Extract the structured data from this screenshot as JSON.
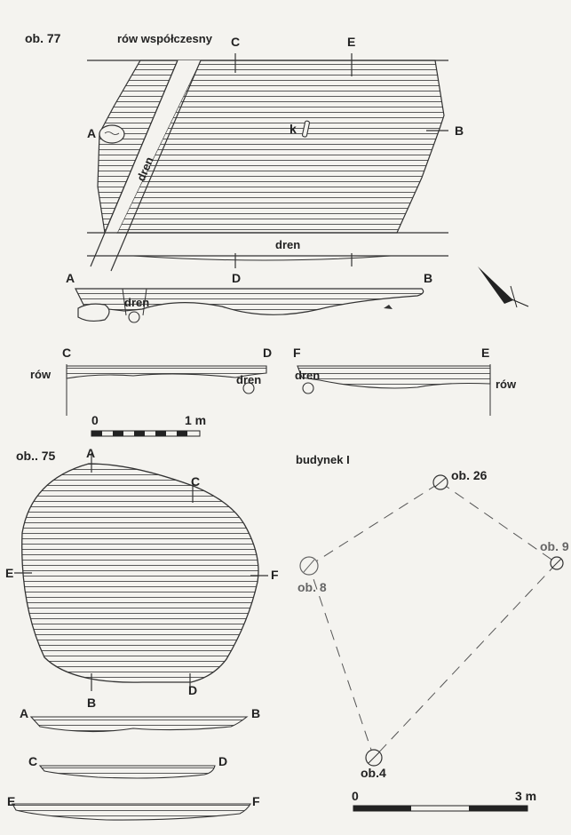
{
  "ob77": {
    "title": "ob. 77",
    "trench_label": "rów współczesny",
    "labels": {
      "A": "A",
      "B": "B",
      "C": "C",
      "D": "D",
      "E": "E",
      "F": "F",
      "k": "k"
    },
    "drain_label": "dren",
    "ditch_label": "rów",
    "scale": {
      "zero": "0",
      "end": "1 m"
    }
  },
  "ob75": {
    "title": "ob.. 75",
    "labels": {
      "A": "A",
      "B": "B",
      "C": "C",
      "D": "D",
      "E": "E",
      "F": "F"
    }
  },
  "building": {
    "title": "budynek I",
    "posts": [
      {
        "label": "ob. 26"
      },
      {
        "label": "ob. 9"
      },
      {
        "label": "ob. 8"
      },
      {
        "label": "ob.4"
      }
    ],
    "scale": {
      "zero": "0",
      "end": "3 m"
    }
  }
}
